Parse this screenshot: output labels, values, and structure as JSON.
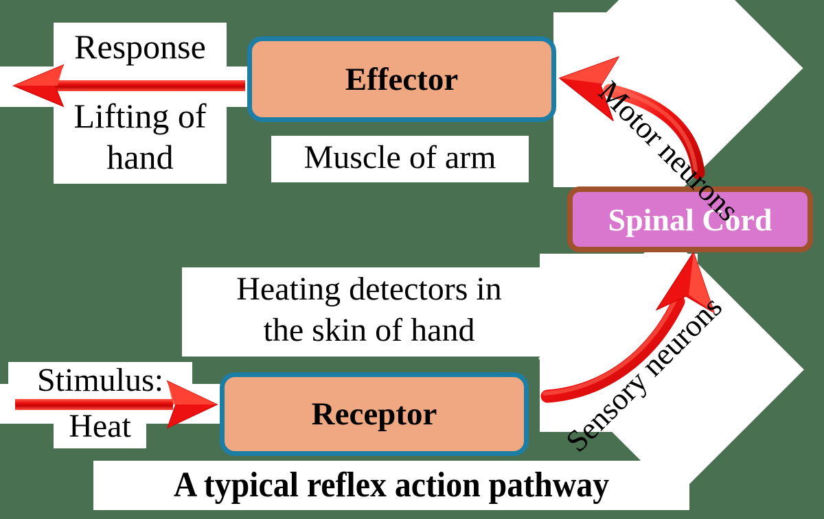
{
  "diagram": {
    "title": "A typical reflex action pathway",
    "background_color": "#4A7052",
    "nodes": [
      {
        "id": "effector",
        "label": "Effector",
        "fill": "#EFA882",
        "border": "#1D7EA5",
        "text_color": "#000000"
      },
      {
        "id": "spinal_cord",
        "label": "Spinal Cord",
        "fill": "#D977CE",
        "border": "#A0522D",
        "text_color": "#FFFFFF"
      },
      {
        "id": "receptor",
        "label": "Receptor",
        "fill": "#EFA882",
        "border": "#1D7EA5",
        "text_color": "#000000"
      }
    ],
    "annotations": {
      "response_line1": "Response",
      "response_line2": "Lifting of",
      "response_line3": "hand",
      "effector_detail": "Muscle of arm",
      "receptor_detail_line1": "Heating detectors in",
      "receptor_detail_line2": "the skin of hand",
      "stimulus_line1": "Stimulus:",
      "stimulus_line2": "Heat",
      "motor_neurons": "Motor neurons",
      "sensory_neurons": "Sensory neurons"
    },
    "arrows": {
      "color": "#EE1111",
      "response_arrow": "straight-left-arrow",
      "stimulus_arrow": "straight-right-arrow",
      "motor_arrow": "curved-arrow-spinalcord-to-effector",
      "sensory_arrow": "curved-arrow-receptor-to-spinalcord"
    }
  }
}
